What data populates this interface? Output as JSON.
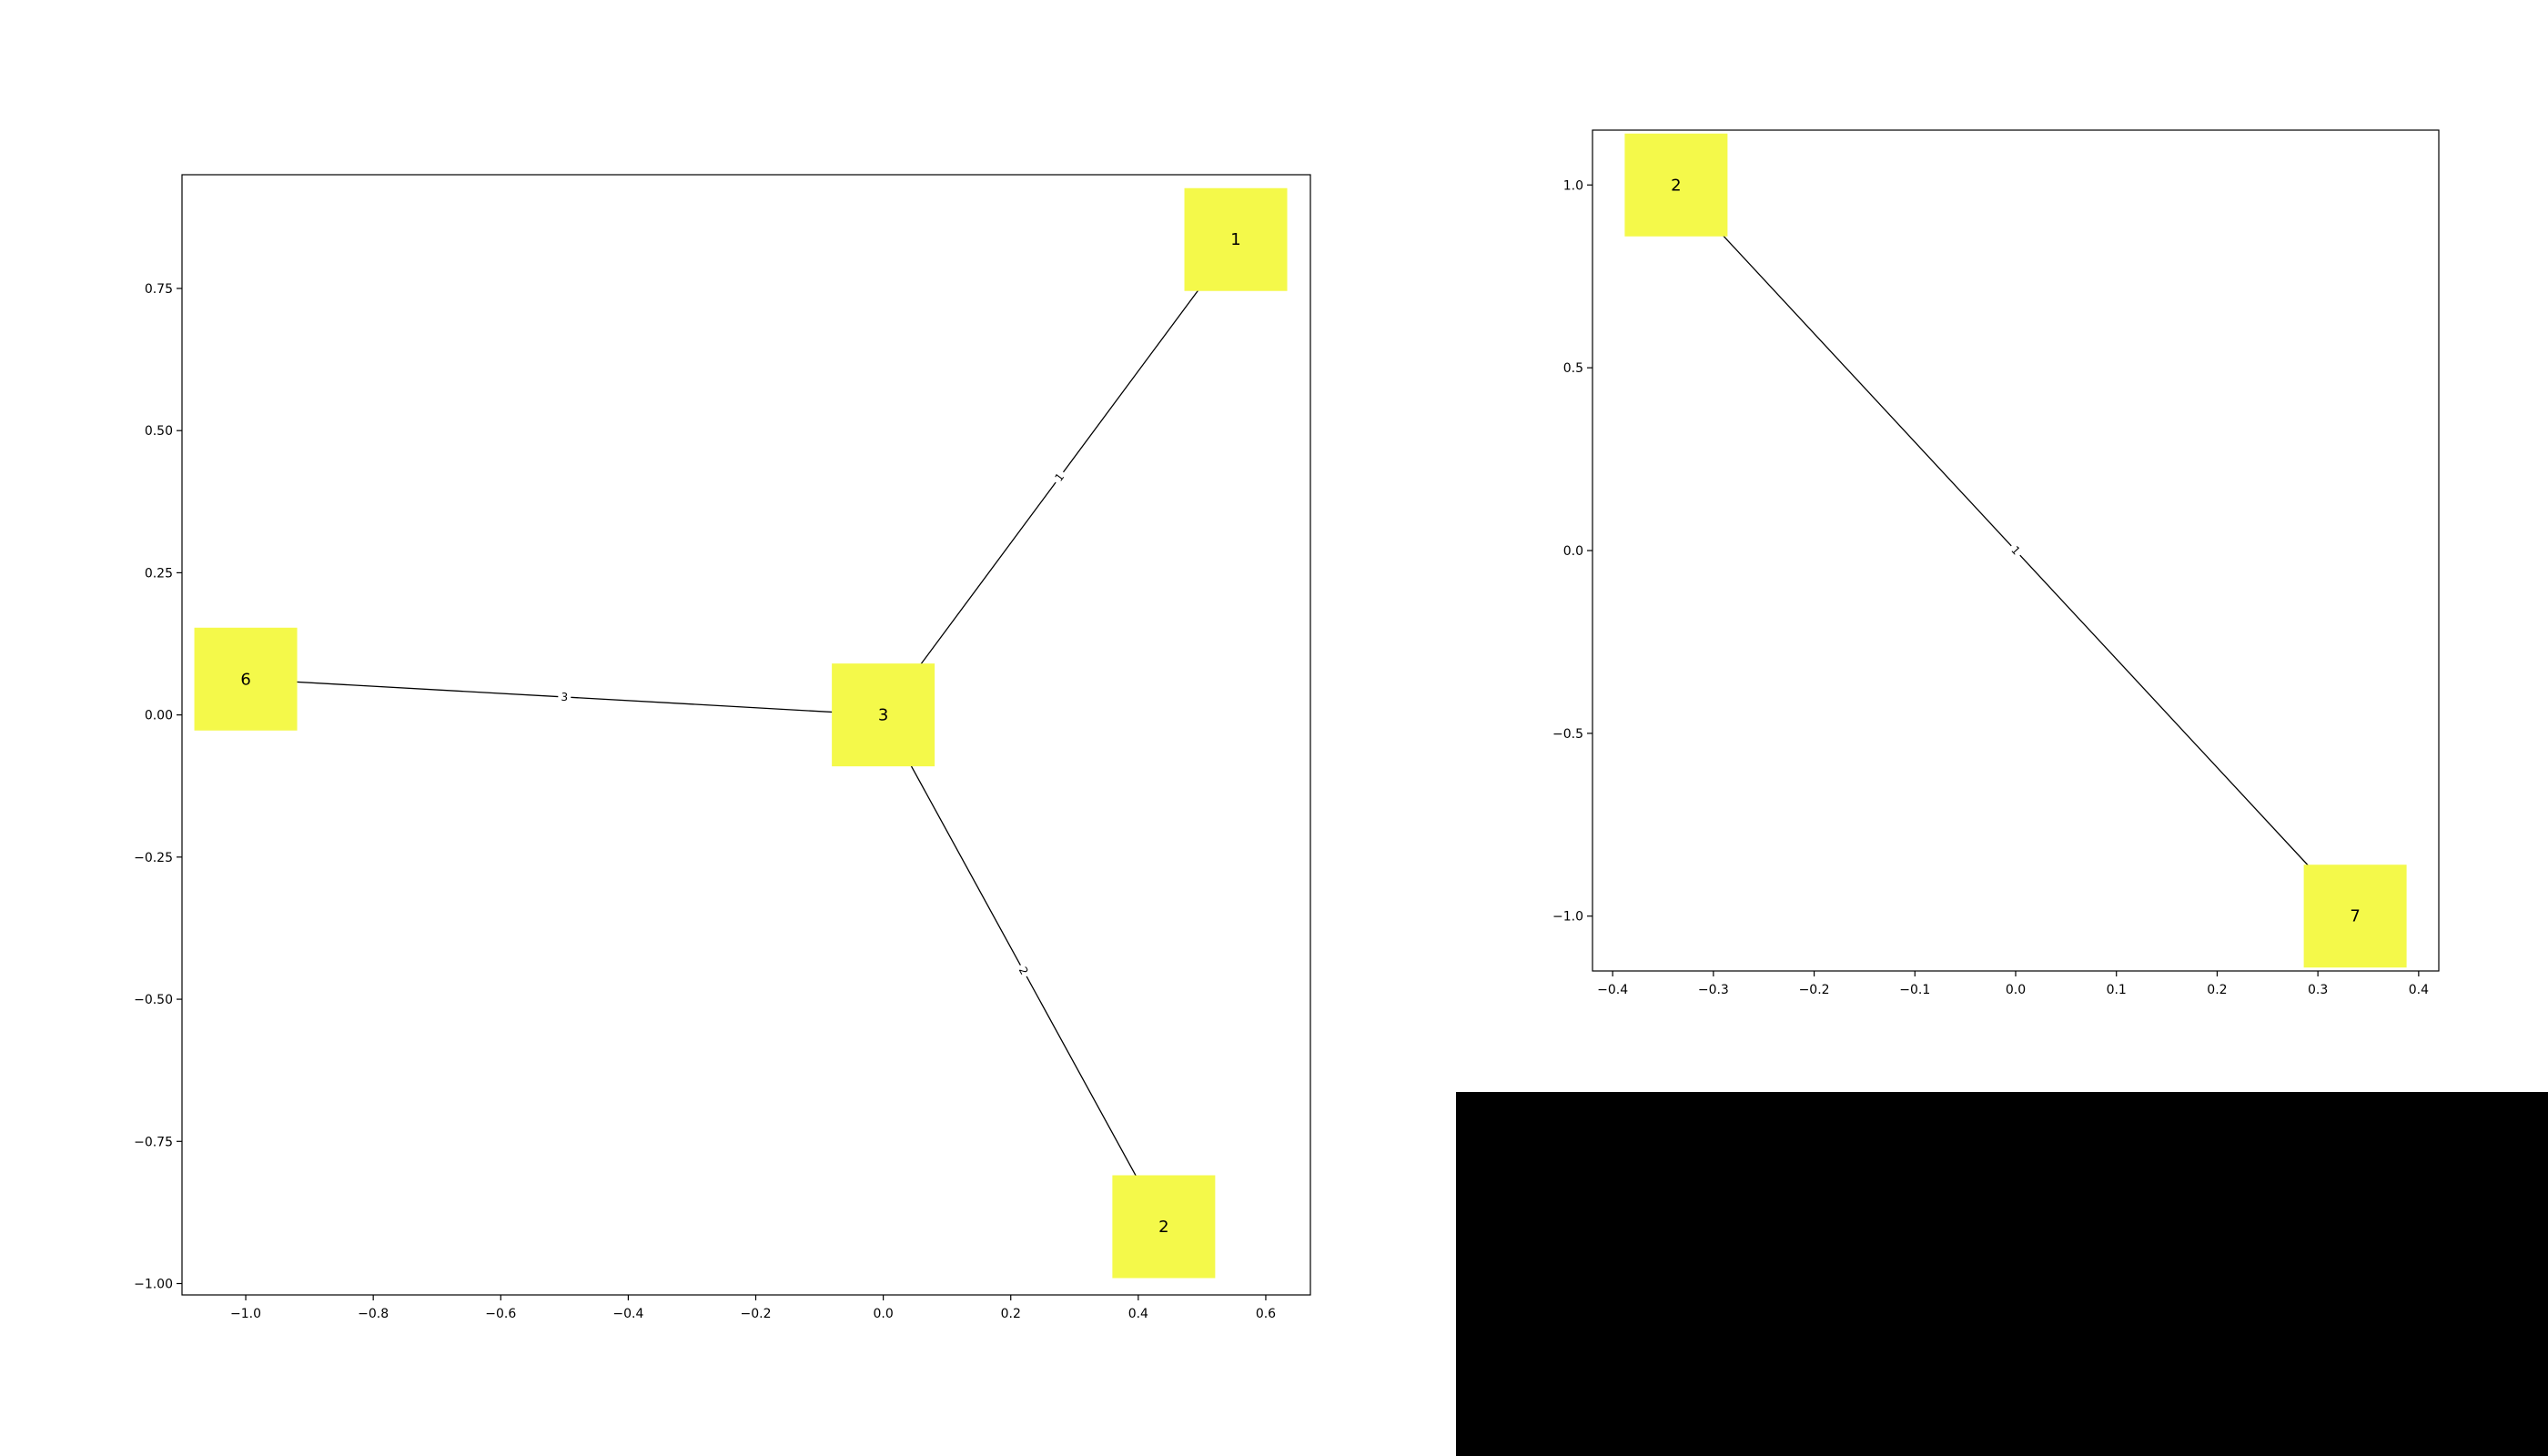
{
  "colors": {
    "node_fill": "#f4f94a",
    "edge": "#000000",
    "panel": "#000000"
  },
  "chart_data": [
    {
      "type": "network",
      "xlim": [
        -1.1,
        0.67
      ],
      "ylim": [
        -1.02,
        0.95
      ],
      "x_ticks": [
        -1.0,
        -0.8,
        -0.6,
        -0.4,
        -0.2,
        0.0,
        0.2,
        0.4,
        0.6
      ],
      "x_tick_labels": [
        "−1.0",
        "−0.8",
        "−0.6",
        "−0.4",
        "−0.2",
        "0.0",
        "0.2",
        "0.4",
        "0.6"
      ],
      "y_ticks": [
        0.75,
        0.5,
        0.25,
        0.0,
        -0.25,
        -0.5,
        -0.75,
        -1.0
      ],
      "y_tick_labels": [
        "0.75",
        "0.50",
        "0.25",
        "0.00",
        "−0.25",
        "−0.50",
        "−0.75",
        "−1.00"
      ],
      "nodes": [
        {
          "id": "1",
          "x": 0.553,
          "y": 0.836
        },
        {
          "id": "3",
          "x": 0.0,
          "y": 0.0
        },
        {
          "id": "6",
          "x": -1.0,
          "y": 0.063
        },
        {
          "id": "2",
          "x": 0.44,
          "y": -0.9
        }
      ],
      "edges": [
        {
          "source": "3",
          "target": "1",
          "label": "1"
        },
        {
          "source": "6",
          "target": "3",
          "label": "3"
        },
        {
          "source": "3",
          "target": "2",
          "label": "2"
        }
      ]
    },
    {
      "type": "network",
      "xlim": [
        -0.42,
        0.42
      ],
      "ylim": [
        -1.15,
        1.15
      ],
      "x_ticks": [
        -0.4,
        -0.3,
        -0.2,
        -0.1,
        0.0,
        0.1,
        0.2,
        0.3,
        0.4
      ],
      "x_tick_labels": [
        "−0.4",
        "−0.3",
        "−0.2",
        "−0.1",
        "0.0",
        "0.1",
        "0.2",
        "0.3",
        "0.4"
      ],
      "y_ticks": [
        1.0,
        0.5,
        0.0,
        -0.5,
        -1.0
      ],
      "y_tick_labels": [
        "1.0",
        "0.5",
        "0.0",
        "−0.5",
        "−1.0"
      ],
      "nodes": [
        {
          "id": "2",
          "x": -0.337,
          "y": 1.0
        },
        {
          "id": "7",
          "x": 0.337,
          "y": -1.0
        }
      ],
      "edges": [
        {
          "source": "2",
          "target": "7",
          "label": "1"
        }
      ]
    }
  ]
}
